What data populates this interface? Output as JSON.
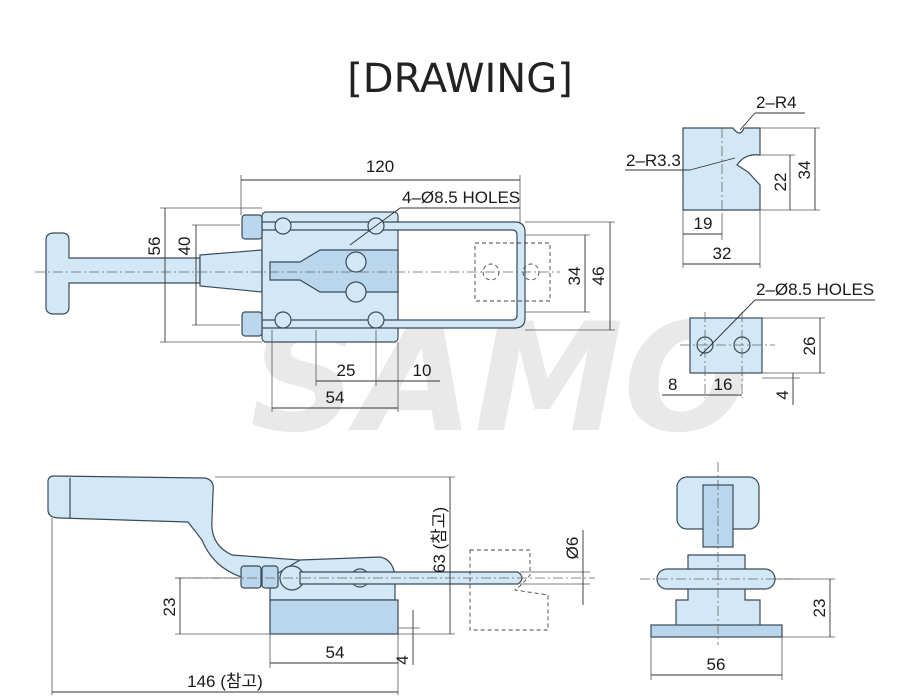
{
  "title": "[DRAWING]",
  "watermark": "SAMO",
  "colors": {
    "part_fill": "#d3e8f6",
    "part_stroke": "#3a4a58",
    "dim_line": "#333333"
  },
  "top_view": {
    "overall_length": "120",
    "holes_note": "4–Ø8.5 HOLES",
    "handle_height": "56",
    "handle_inner": "40",
    "hole_spacing_v": "34",
    "base_height": "46",
    "dim_25": "25",
    "dim_10": "10",
    "dim_54": "54"
  },
  "hook_view": {
    "r4": "2–R4",
    "r33": "2–R3.3",
    "dim_22": "22",
    "dim_34": "34",
    "dim_19": "19",
    "dim_32": "32"
  },
  "plate_view": {
    "holes_note": "2–Ø8.5 HOLES",
    "dim_26": "26",
    "dim_8": "8",
    "dim_16": "16",
    "dim_4": "4"
  },
  "side_view": {
    "height_ref": "63 (참고)",
    "rod_dia": "Ø6",
    "dim_23": "23",
    "dim_54": "54",
    "dim_4": "4",
    "overall_ref": "146 (참고)"
  },
  "end_view": {
    "dim_23": "23",
    "dim_56": "56"
  }
}
